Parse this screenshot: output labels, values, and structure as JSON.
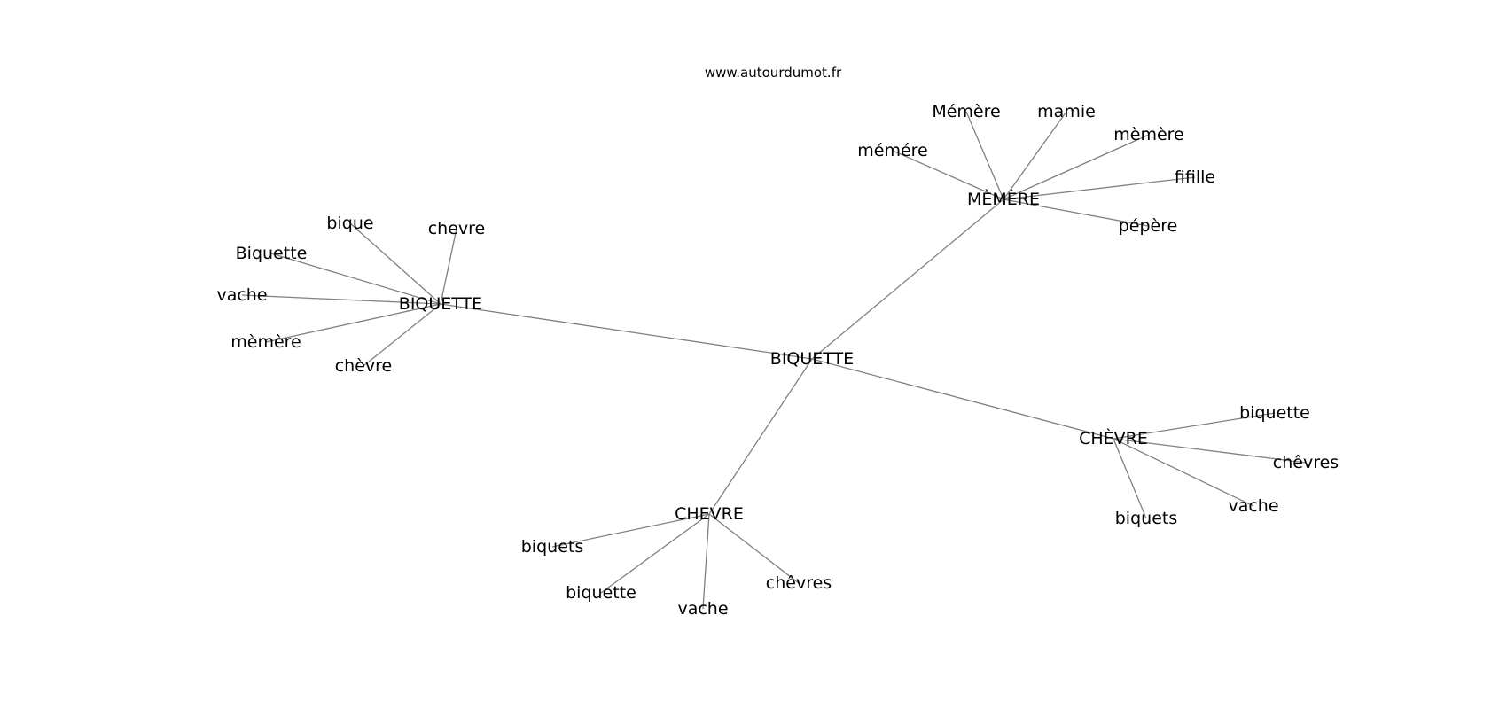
{
  "site": "www.autourdumot.fr",
  "colors": {
    "edge": "#808080",
    "text": "#000000",
    "background": "#ffffff"
  },
  "graph": {
    "nodes": [
      {
        "id": "root",
        "label": "BIQUETTE"
      },
      {
        "id": "hub-biquette",
        "label": "BIQUETTE"
      },
      {
        "id": "hub-memere",
        "label": "MÈMÈRE"
      },
      {
        "id": "hub-chevre-accent",
        "label": "CHÈVRE"
      },
      {
        "id": "hub-chevre",
        "label": "CHEVRE"
      },
      {
        "id": "l-bique",
        "label": "bique"
      },
      {
        "id": "l-chevre",
        "label": "chevre"
      },
      {
        "id": "l-biquette-cap",
        "label": "Biquette"
      },
      {
        "id": "l-vache-1",
        "label": "vache"
      },
      {
        "id": "l-memere-1",
        "label": "mèmère"
      },
      {
        "id": "l-chevre-grave",
        "label": "chèvre"
      },
      {
        "id": "l-memere-cap",
        "label": "Mémère"
      },
      {
        "id": "l-mamie",
        "label": "mamie"
      },
      {
        "id": "l-memere-2",
        "label": "mèmère"
      },
      {
        "id": "l-memere-acute",
        "label": "mémére"
      },
      {
        "id": "l-fifille",
        "label": "fifille"
      },
      {
        "id": "l-pepere",
        "label": "pépère"
      },
      {
        "id": "l-biquette-1",
        "label": "biquette"
      },
      {
        "id": "l-chevres-1",
        "label": "chêvres"
      },
      {
        "id": "l-vache-2",
        "label": "vache"
      },
      {
        "id": "l-biquets-1",
        "label": "biquets"
      },
      {
        "id": "l-biquets-2",
        "label": "biquets"
      },
      {
        "id": "l-biquette-2",
        "label": "biquette"
      },
      {
        "id": "l-vache-3",
        "label": "vache"
      },
      {
        "id": "l-chevres-2",
        "label": "chêvres"
      }
    ],
    "edges": [
      [
        "root",
        "hub-biquette"
      ],
      [
        "root",
        "hub-memere"
      ],
      [
        "root",
        "hub-chevre-accent"
      ],
      [
        "root",
        "hub-chevre"
      ],
      [
        "hub-biquette",
        "l-bique"
      ],
      [
        "hub-biquette",
        "l-chevre"
      ],
      [
        "hub-biquette",
        "l-biquette-cap"
      ],
      [
        "hub-biquette",
        "l-vache-1"
      ],
      [
        "hub-biquette",
        "l-memere-1"
      ],
      [
        "hub-biquette",
        "l-chevre-grave"
      ],
      [
        "hub-memere",
        "l-memere-cap"
      ],
      [
        "hub-memere",
        "l-mamie"
      ],
      [
        "hub-memere",
        "l-memere-2"
      ],
      [
        "hub-memere",
        "l-memere-acute"
      ],
      [
        "hub-memere",
        "l-fifille"
      ],
      [
        "hub-memere",
        "l-pepere"
      ],
      [
        "hub-chevre-accent",
        "l-biquette-1"
      ],
      [
        "hub-chevre-accent",
        "l-chevres-1"
      ],
      [
        "hub-chevre-accent",
        "l-vache-2"
      ],
      [
        "hub-chevre-accent",
        "l-biquets-1"
      ],
      [
        "hub-chevre",
        "l-biquets-2"
      ],
      [
        "hub-chevre",
        "l-biquette-2"
      ],
      [
        "hub-chevre",
        "l-vache-3"
      ],
      [
        "hub-chevre",
        "l-chevres-2"
      ]
    ]
  }
}
